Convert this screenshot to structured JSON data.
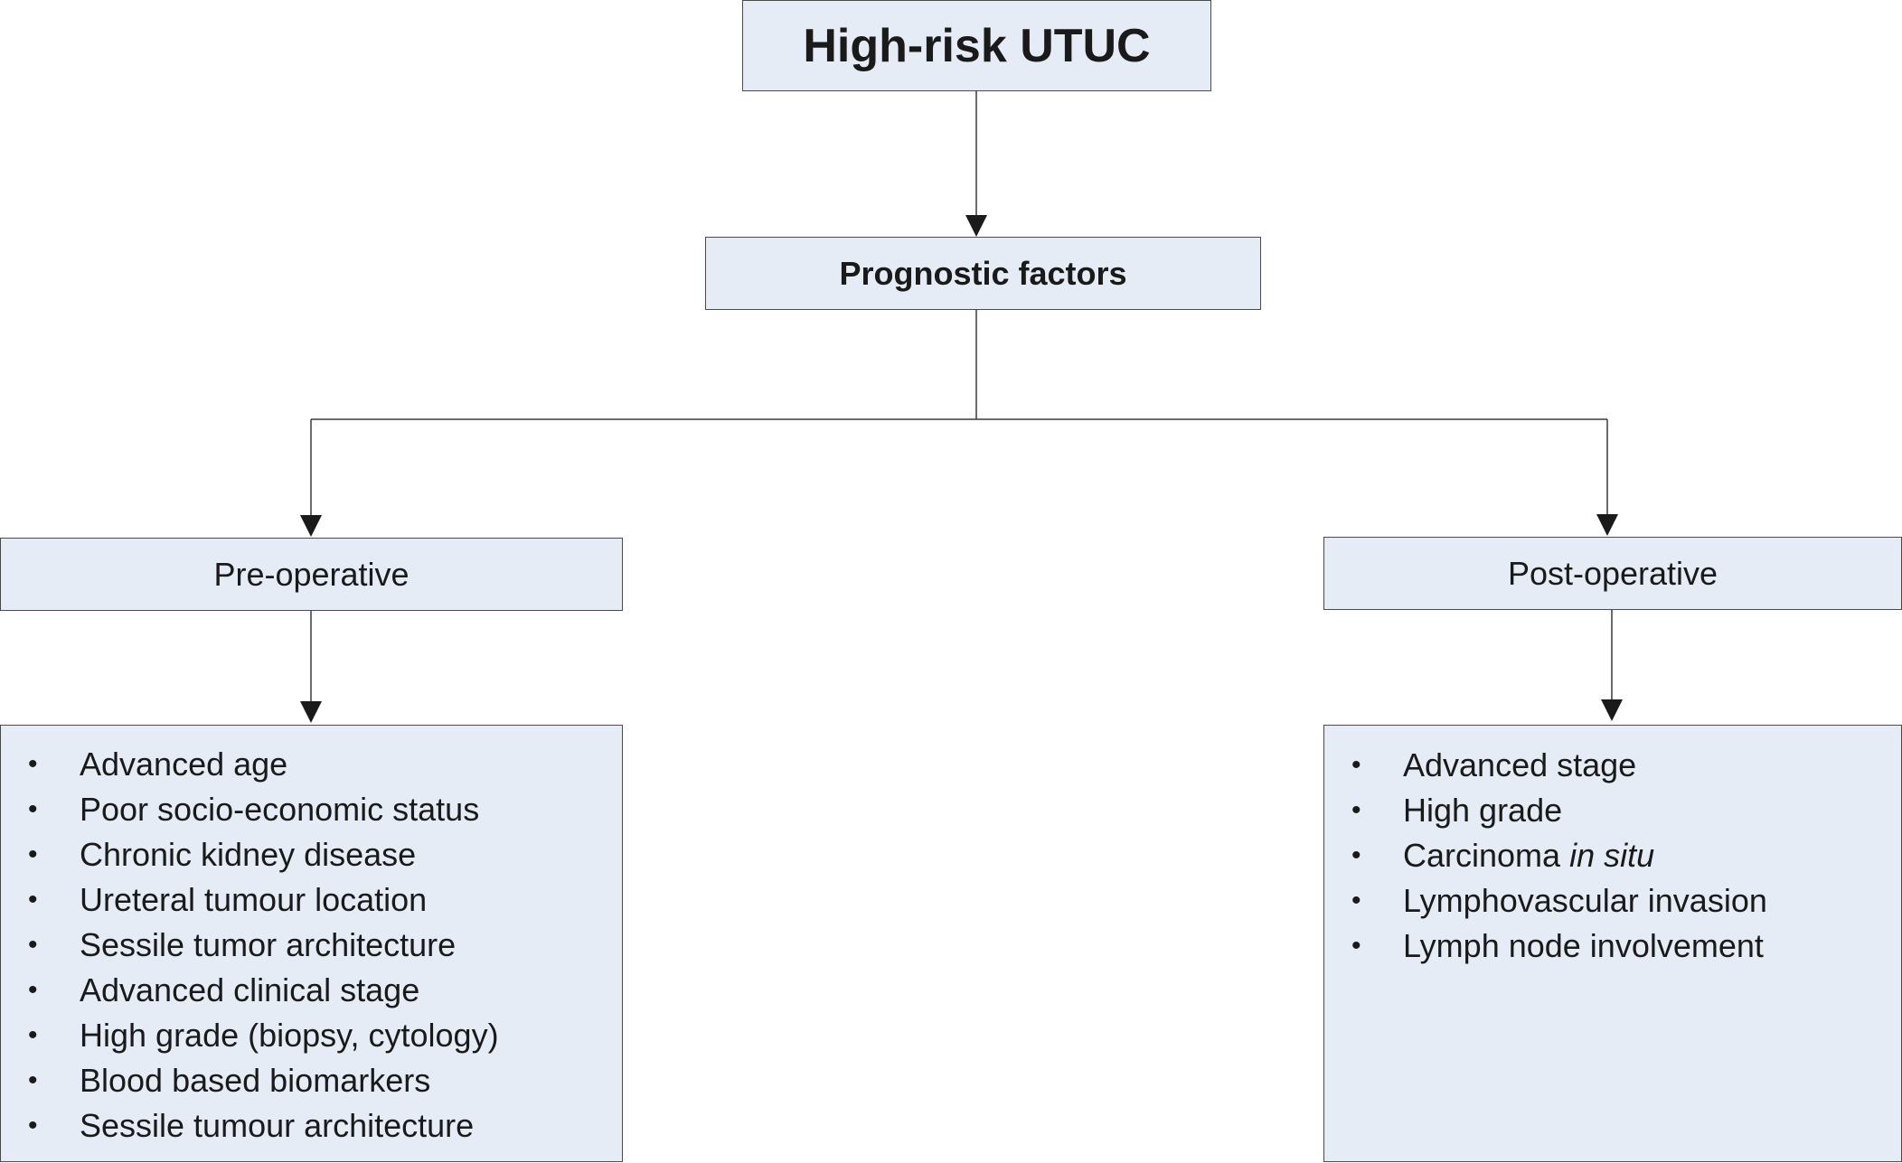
{
  "diagram": {
    "title": "High-risk UTUC",
    "prognostic_factors": "Prognostic factors",
    "pre_operative": {
      "heading": "Pre-operative",
      "items": [
        "Advanced age",
        "Poor socio-economic status",
        "Chronic kidney disease",
        "Ureteral tumour location",
        "Sessile tumor architecture",
        "Advanced clinical stage",
        "High grade (biopsy, cytology)",
        "Blood based biomarkers",
        "Sessile tumour architecture"
      ]
    },
    "post_operative": {
      "heading": "Post-operative",
      "items": [
        "Advanced stage",
        "High grade",
        "Carcinoma",
        "Lymphovascular invasion",
        "Lymph node involvement"
      ],
      "carcinoma_suffix": "in situ"
    },
    "bullet": "•",
    "colors": {
      "box_fill": "#e6ecf6",
      "box_border": "#4a4a4a",
      "connector": "#3a3a3a"
    }
  }
}
